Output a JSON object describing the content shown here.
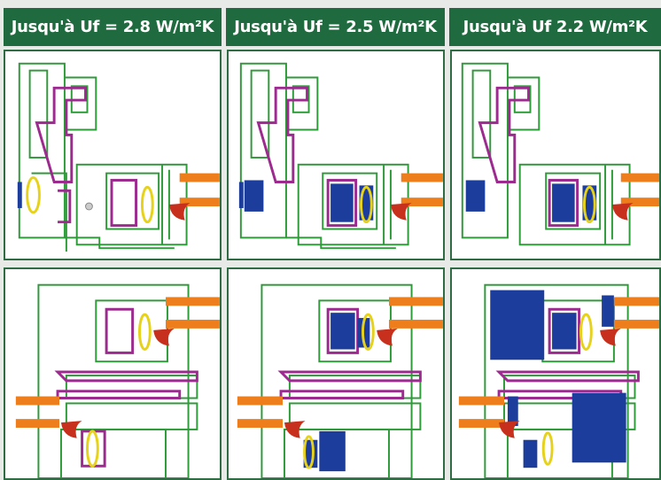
{
  "columns": [
    {
      "header": "Jusqu'à Uf = 2.8 W/m²K"
    },
    {
      "header": "Jusqu'à Uf = 2.5 W/m²K"
    },
    {
      "header": "Jusqu'à Uf 2.2 W/m²K"
    }
  ],
  "colors": {
    "header_bg": "#1f6a3f",
    "header_text": "#ffffff",
    "panel_border": "#2f6b43",
    "profile_green": "#2f9a3a",
    "steel_magenta": "#9c2a8f",
    "gasket_yellow": "#e6d21a",
    "insulation_blue": "#1c3d9b",
    "glass_orange": "#ee7d1c",
    "seal_red": "#c7301d"
  },
  "icons": [
    "window-profile-cross-section"
  ]
}
